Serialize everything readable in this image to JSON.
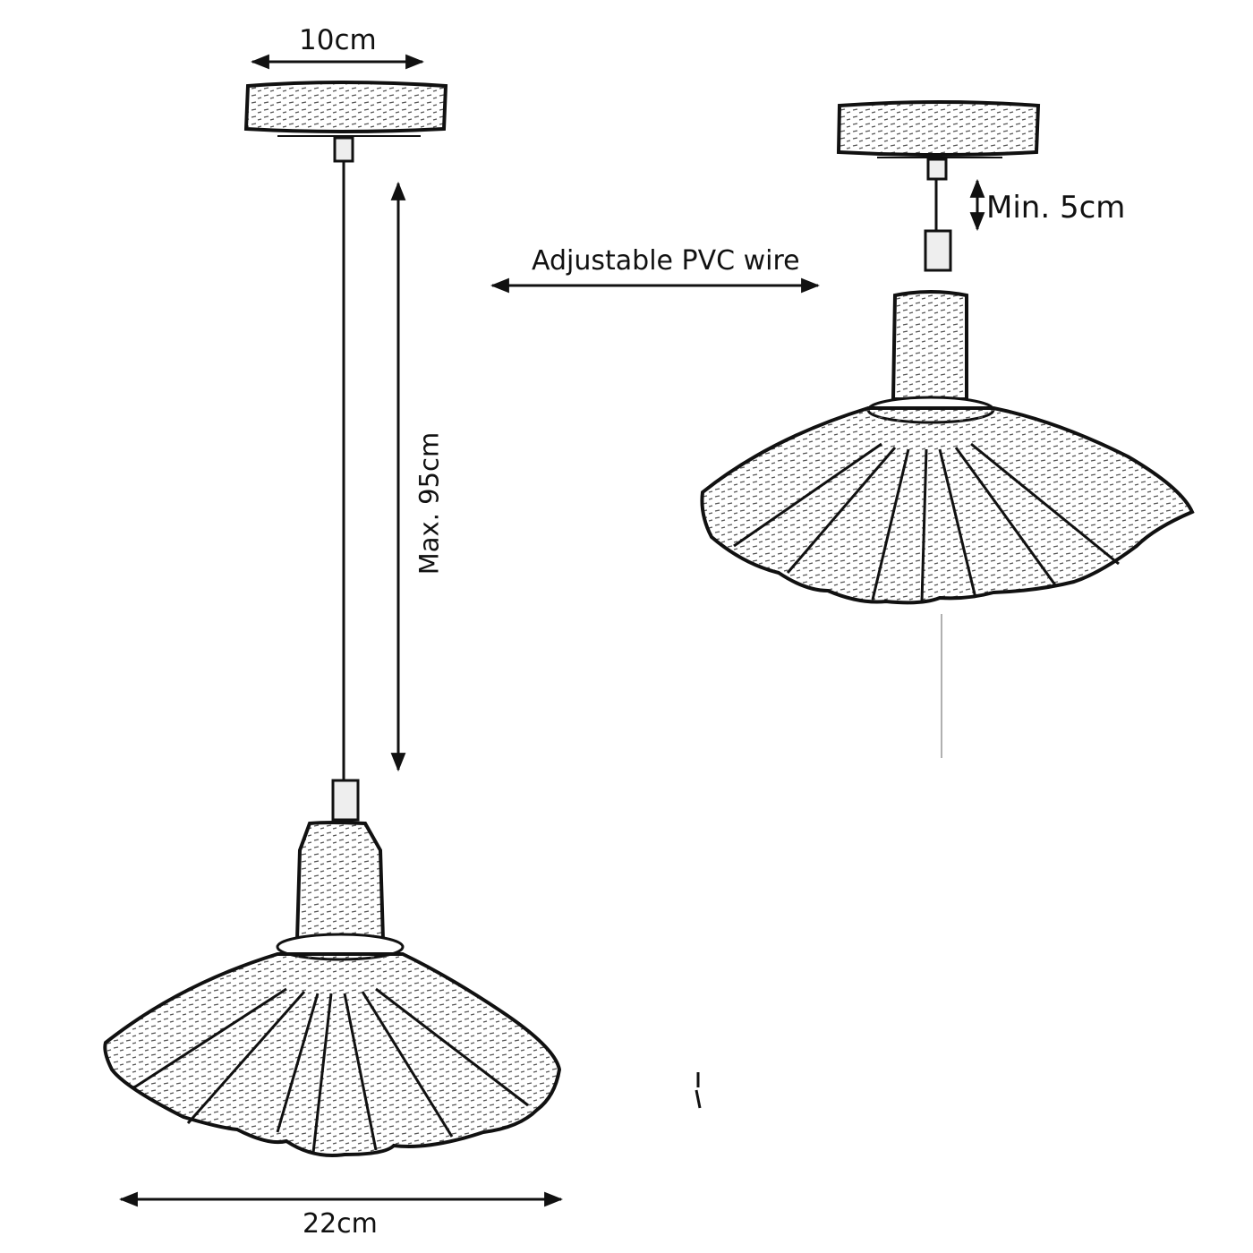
{
  "figure": {
    "type": "product dimension diagram",
    "subject": "pendant ceiling light with scalloped shade",
    "colors": {
      "line": "#111111",
      "background": "#ffffff",
      "pull_cord": "#b0b0b0"
    }
  },
  "left_lamp": {
    "ceiling_rose_width": "10cm",
    "cable_length": "Max. 95cm",
    "shade_diameter": "22cm"
  },
  "right_lamp": {
    "min_drop": "Min. 5cm"
  },
  "center": {
    "cable_note": "Adjustable PVC wire"
  }
}
